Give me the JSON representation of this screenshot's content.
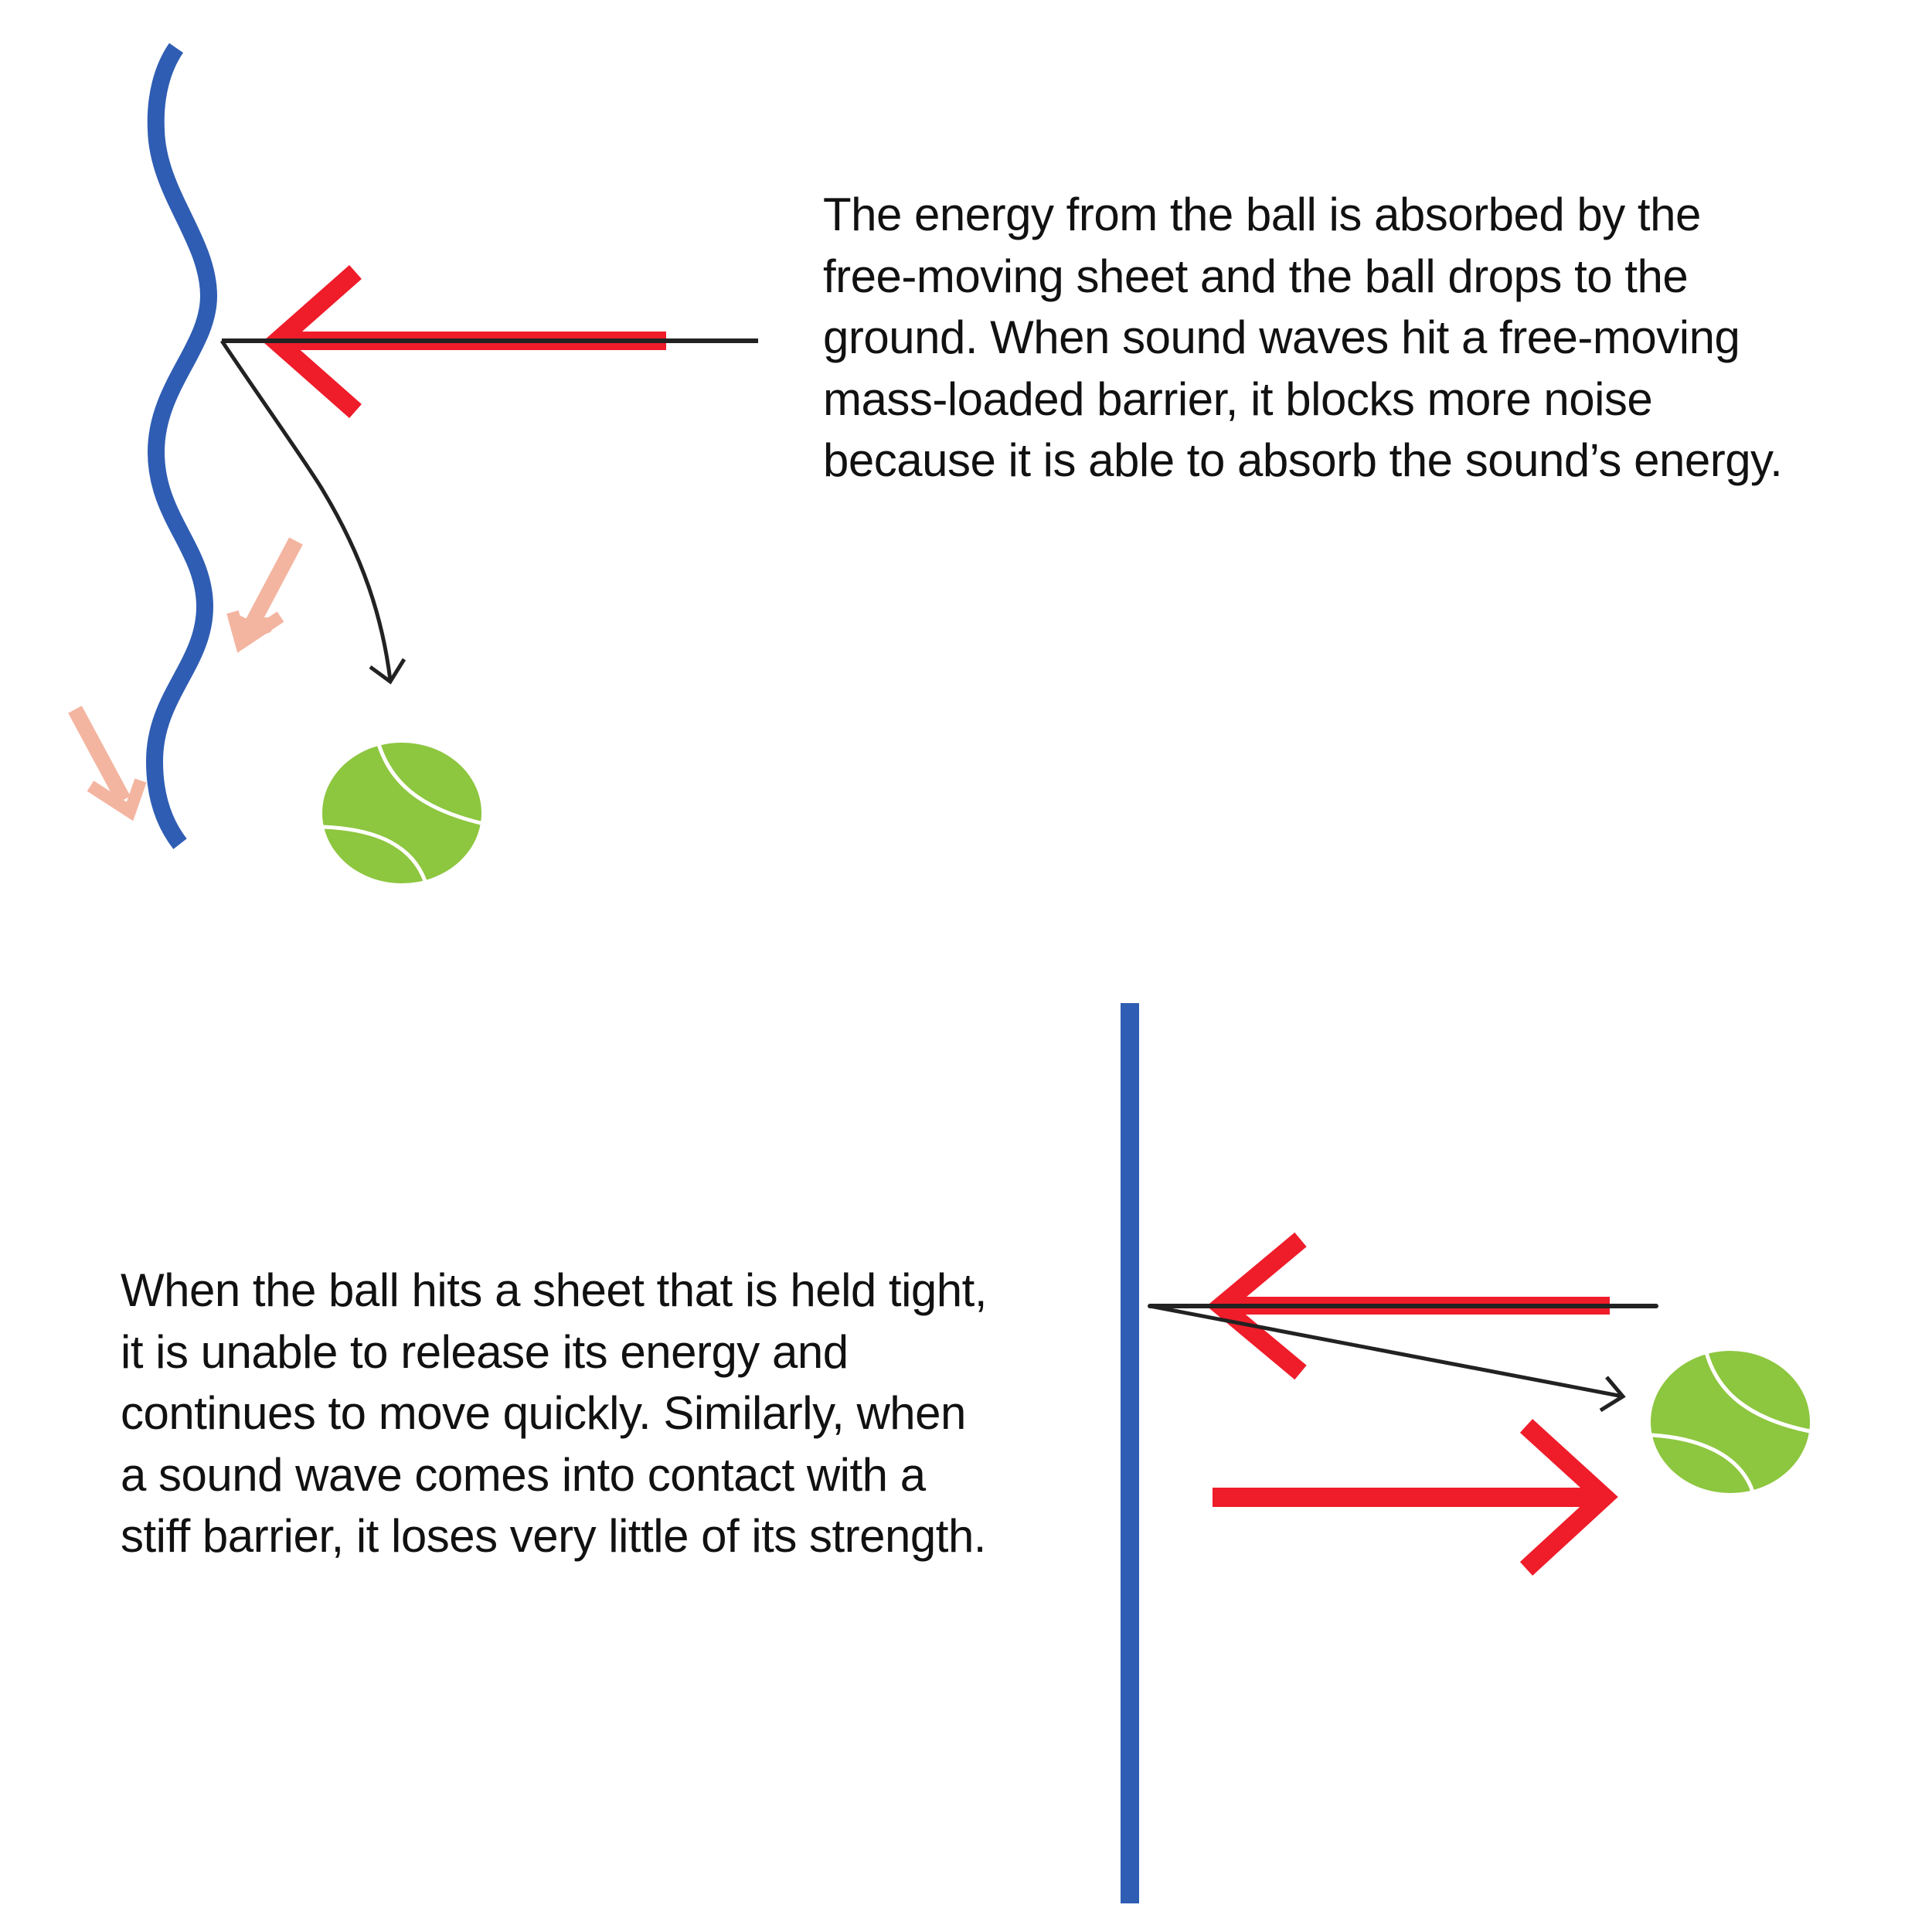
{
  "colors": {
    "background": "#ffffff",
    "barrier_blue": "#2f5db3",
    "force_red": "#ef1c2a",
    "energy_pink": "#f3b5a0",
    "trajectory_black": "#222222",
    "ball_green": "#8dc63f",
    "ball_seam": "#ffffff",
    "text": "#111111"
  },
  "top_panel": {
    "barrier": "free-moving sheet (wavy)",
    "caption_lines": [
      "The energy from the ball is absorbed by the",
      "free-moving sheet and the ball drops to the",
      "ground. When sound waves hit a free-moving",
      "mass-loaded barrier, it blocks more noise",
      "because it is able to absorb the sound’s energy."
    ],
    "icons": [
      "wavy-barrier-icon",
      "incoming-force-arrow-icon",
      "ball-trajectory-drop-arrow-icon",
      "absorbed-energy-arrow-icon",
      "tennis-ball-icon"
    ]
  },
  "bottom_panel": {
    "barrier": "stiff sheet (straight)",
    "caption_lines": [
      "When the ball hits a sheet that is held tight,",
      "it is unable to release its energy and",
      "continues to move quickly. Similarly, when",
      "a sound wave comes into contact with a",
      "stiff barrier, it loses very little of its strength."
    ],
    "icons": [
      "straight-barrier-icon",
      "incoming-force-arrow-icon",
      "rebound-force-arrow-icon",
      "ball-trajectory-rebound-arrow-icon",
      "tennis-ball-icon"
    ]
  }
}
